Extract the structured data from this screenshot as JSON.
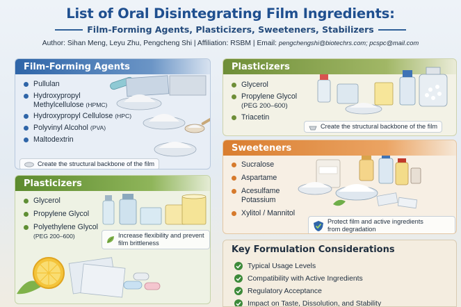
{
  "header": {
    "title": "List of Oral Disintegrating Film Ingredients:",
    "subtitle": "Film-Forming Agents, Plasticizers, Sweeteners, Stabilizers",
    "author_label": "Author:",
    "authors": "Sihan Meng, Leyu Zhu, Pengcheng Shi",
    "affiliation_label": "Affiliation:",
    "affiliation": "RSBM",
    "email_label": "Email:",
    "email": "pengchengshi@biotechrs.com; pcspc@mail.com",
    "separator": "|"
  },
  "film_forming": {
    "title": "Film-Forming Agents",
    "items": [
      {
        "name": "Pullulan",
        "sub": ""
      },
      {
        "name": "Hydroxypropyl",
        "name2": "Methylcellulose",
        "sub": "(HPMC)"
      },
      {
        "name": "Hydroxypropyl Cellulose",
        "sub": "(HPC)"
      },
      {
        "name": "Polyvinyl Alcohol",
        "sub": "(PVA)"
      },
      {
        "name": "Maltodextrin",
        "sub": ""
      }
    ],
    "note": "Create the structural backbone of the film"
  },
  "plasticizers_left": {
    "title": "Plasticizers",
    "items": [
      {
        "name": "Glycerol"
      },
      {
        "name": "Propylene Glycol"
      },
      {
        "name": "Polyethylene Glycol",
        "sub": "(PEG 200–600)"
      }
    ],
    "note_line1": "Increase flexibility and prevent",
    "note_line2": "film brittleness"
  },
  "plasticizers_right": {
    "title": "Plasticizers",
    "items": [
      {
        "name": "Glycerol"
      },
      {
        "name": "Propylene Glycol",
        "sub": "(PEG 200–600)"
      },
      {
        "name": "Triacetin"
      }
    ],
    "note": "Create the structural backbone of the film"
  },
  "sweeteners": {
    "title": "Sweeteners",
    "items": [
      {
        "name": "Sucralose"
      },
      {
        "name": "Aspartame"
      },
      {
        "name": "Acesulfame",
        "name2": "Potassium"
      },
      {
        "name": "Xylitol / Mannitol"
      }
    ],
    "note_line1": "Protect film and active ingredients",
    "note_line2": "from degradation"
  },
  "key_considerations": {
    "title": "Key Formulation Considerations",
    "items": [
      "Typical Usage Levels",
      "Compatibility with Active Ingredients",
      "Regulatory Acceptance",
      "Impact on Taste, Dissolution, and Stability"
    ]
  },
  "icons": [
    "leaf-icon",
    "shield-check-icon",
    "checkmark-icon",
    "capsule-icon"
  ],
  "colors": {
    "title_blue": "#1f4f8f",
    "film_header": "#2f65a8",
    "plasticizer_header": "#5c8a2e",
    "sweetener_header": "#d97d2f",
    "check_green": "#3d8a3a"
  }
}
